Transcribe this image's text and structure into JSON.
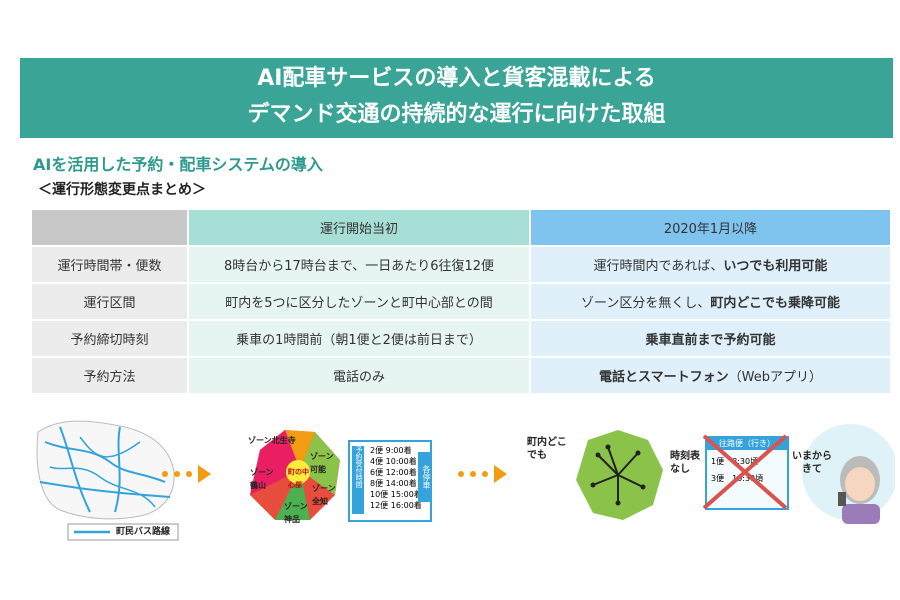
{
  "header": {
    "line1": "AI配車サービスの導入と貨客混載による",
    "line2": "デマンド交通の持続的な運行に向けた取組"
  },
  "subtitle": "AIを活用した予約・配車システムの導入",
  "section_title": "＜運行形態変更点まとめ＞",
  "table": {
    "headers": [
      "",
      "運行開始当初",
      "2020年1月以降"
    ],
    "rows": [
      {
        "label": "運行時間帯・便数",
        "before": "8時台から17時台まで、一日あたり6往復12便",
        "after_plain": "運行時間内であれば、",
        "after_bold": "いつでも利用可能",
        "after_tail": ""
      },
      {
        "label": "運行区間",
        "before": "町内を5つに区分したゾーンと町中心部との間",
        "after_plain": "ゾーン区分を無くし、",
        "after_bold": "町内どこでも乗降可能",
        "after_tail": ""
      },
      {
        "label": "予約締切時刻",
        "before": "乗車の1時間前（朝1便と2便は前日まで）",
        "after_plain": "",
        "after_bold": "乗車直前まで予約可能",
        "after_tail": ""
      },
      {
        "label": "予約方法",
        "before": "電話のみ",
        "after_plain": "",
        "after_bold": "電話とスマートフォン",
        "after_tail": "（Webアプリ）"
      }
    ]
  },
  "illustration": {
    "legend_label": "町民バス路線",
    "zone_labels": [
      "ゾーン北生寺",
      "ゾーン可能",
      "ゾーン鶴山",
      "ゾーン全知",
      "ゾーン神品",
      "町の中心部"
    ],
    "timetable_side": "予約受付時間",
    "timetable_rows": [
      {
        "bin": "2便",
        "time": "9:00着"
      },
      {
        "bin": "4便",
        "time": "10:00着"
      },
      {
        "bin": "6便",
        "time": "12:00着"
      },
      {
        "bin": "8便",
        "time": "14:00着"
      },
      {
        "bin": "10便",
        "time": "15:00着"
      },
      {
        "bin": "12便",
        "time": "16:00着"
      }
    ],
    "timetable_dest": "各停車",
    "anywhere_label": "町内どこでも",
    "no_timetable_label": "時刻表なし",
    "crossed_title": "往路便（行き）",
    "crossed_rows": [
      "1便　8:30頃",
      "3便　10:30頃"
    ],
    "now_label": "いまからきて"
  },
  "colors": {
    "banner": "#3aa597",
    "accent_green": "#2e9a8e",
    "arrow": "#f39c12",
    "header_before": "#a7dfd7",
    "header_after": "#7fc3ef",
    "cross": "#d9534f"
  }
}
